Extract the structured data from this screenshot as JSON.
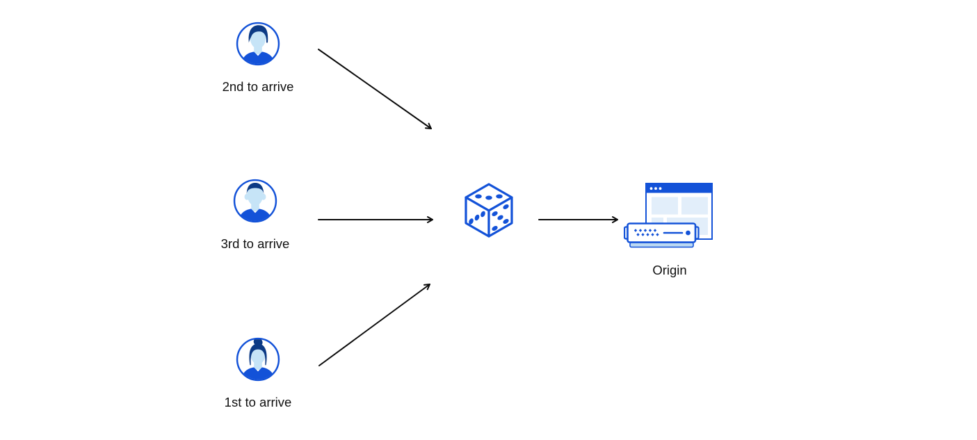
{
  "colors": {
    "blue": "#1352d8",
    "dark_blue": "#0c3a85",
    "light_blue": "#c6e4f7",
    "pale_blue": "#e2eefa",
    "mid_blue": "#bcd9f2",
    "cap_blue": "#eaf3fc",
    "arrow": "#0a0a0a",
    "text": "#101010"
  },
  "nodes": {
    "second": {
      "label": "2nd to arrive",
      "icon": "user-avatar-icon"
    },
    "third": {
      "label": "3rd to arrive",
      "icon": "user-avatar-icon"
    },
    "first": {
      "label": "1st to arrive",
      "icon": "user-avatar-icon"
    },
    "random": {
      "icon": "dice-icon"
    },
    "origin": {
      "label": "Origin",
      "icon": "origin-server-icon"
    }
  },
  "arrows": [
    {
      "name": "arrow-2nd-to-dice"
    },
    {
      "name": "arrow-3rd-to-dice"
    },
    {
      "name": "arrow-1st-to-dice"
    },
    {
      "name": "arrow-dice-to-origin"
    }
  ]
}
